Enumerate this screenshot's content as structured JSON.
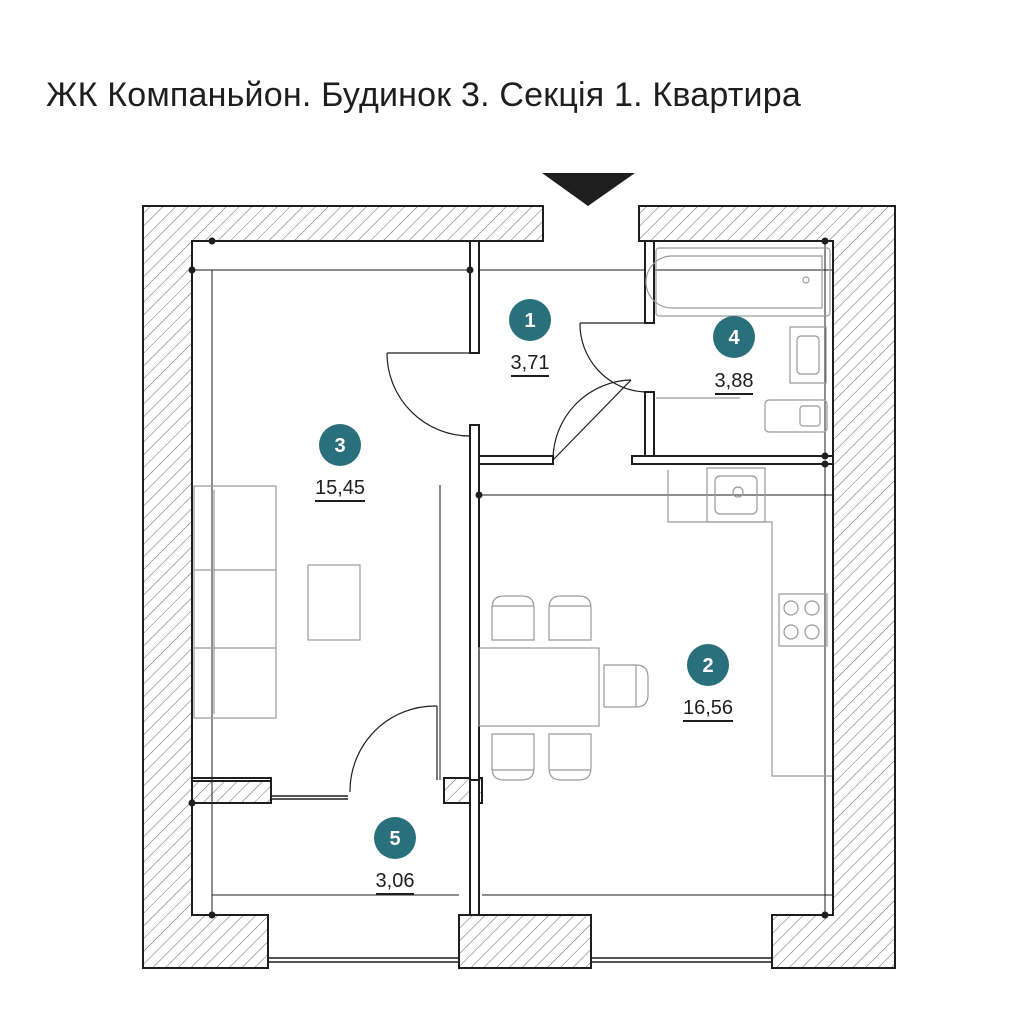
{
  "title": "ЖК Компаньйон. Будинок 3. Секція 1. Квартира",
  "colors": {
    "badge": "#2a6f7c",
    "wall_line": "#1e1e1e",
    "furniture_line": "#9a9a9a",
    "hatch": "#666666"
  },
  "rooms": [
    {
      "number": "1",
      "area": "3,71"
    },
    {
      "number": "2",
      "area": "16,56"
    },
    {
      "number": "3",
      "area": "15,45"
    },
    {
      "number": "4",
      "area": "3,88"
    },
    {
      "number": "5",
      "area": "3,06"
    }
  ],
  "icons": {
    "entrance": "entrance-arrow-icon"
  }
}
